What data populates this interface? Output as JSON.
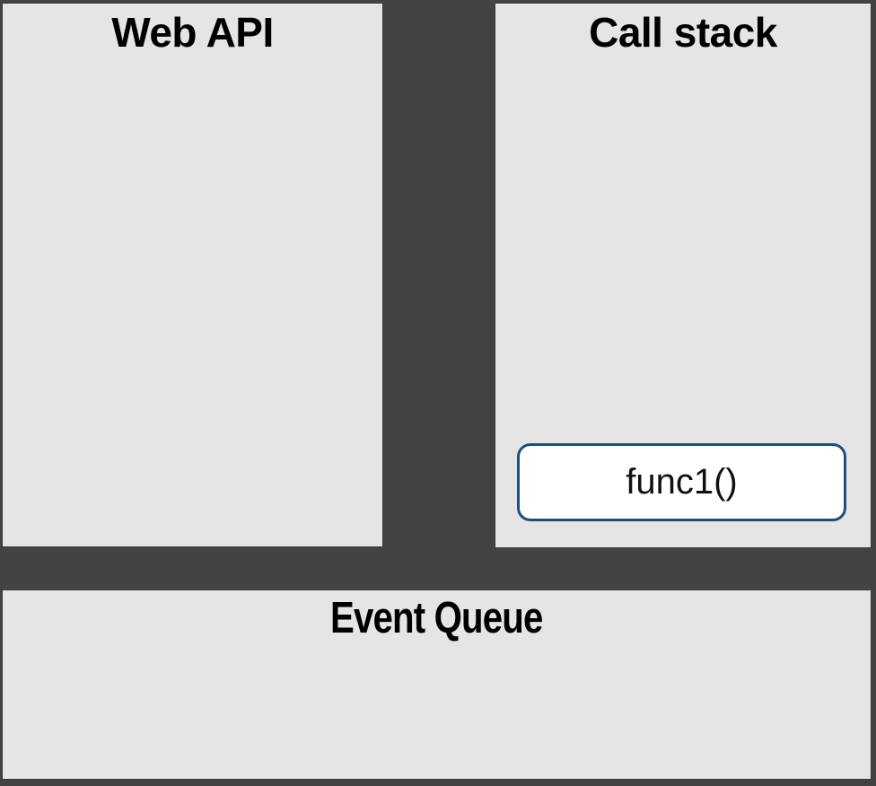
{
  "diagram": {
    "background_color": "#434343",
    "panel_color": "#e5e5e5",
    "title_color": "#000000",
    "panels": {
      "web_api": {
        "title": "Web API"
      },
      "call_stack": {
        "title": "Call stack",
        "frames": [
          {
            "label": "func1()"
          }
        ]
      },
      "event_queue": {
        "title": "Event Queue"
      }
    },
    "stack_frame_style": {
      "background": "#ffffff",
      "border_color": "#1f4e79"
    }
  }
}
